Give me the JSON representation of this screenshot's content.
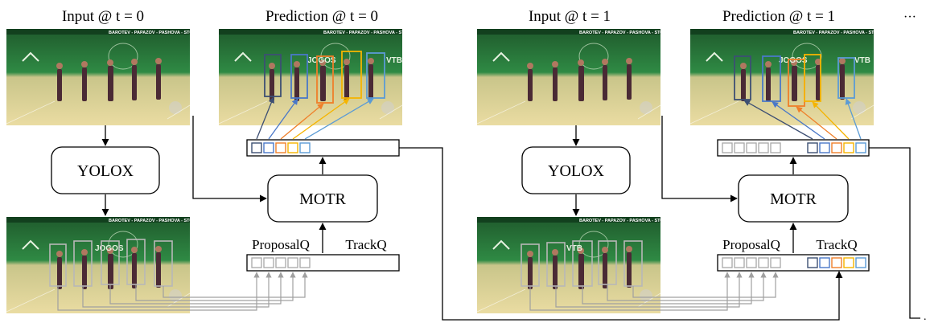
{
  "headers": {
    "input_t0": "Input @ t = 0",
    "pred_t0": "Prediction @ t = 0",
    "input_t1": "Input @ t = 1",
    "pred_t1": "Prediction @ t = 1",
    "ellipsis": "···"
  },
  "blocks": {
    "detector": "YOLOX",
    "tracker": "MOTR"
  },
  "queries": {
    "proposal": "ProposalQ",
    "track": "TrackQ"
  },
  "banner_text": "BAROTEV - PAPAZOV - PASHOVA - STOILOV",
  "sponsor_text": {
    "jogos": "JOGOS",
    "vtb": "VTB"
  },
  "trail_mark": ".",
  "colors": {
    "gray": "#a0a0a0",
    "navy": "#3d4f73",
    "blue": "#4a78c8",
    "orange": "#ef7f2a",
    "yellow": "#f5b400",
    "lightblue": "#5b9bd5",
    "arena_green": "#2f7d3e",
    "floor": "#e8d9a0"
  }
}
